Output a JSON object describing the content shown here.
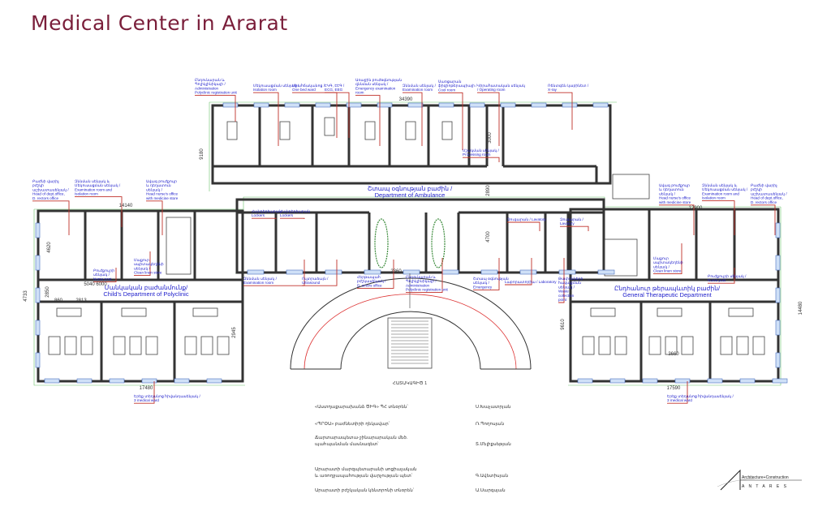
{
  "title": "Medical Center in Ararat",
  "departments": {
    "ambulance": [
      "Շտապ օգնության բաժին /",
      "Department of Ambulance"
    ],
    "child": [
      "Մանկական բաժանմունք/",
      "Child's Department of Polyclinic"
    ],
    "therapeutic": [
      "Ընդհանուր թերապևտիկ բաժին/",
      "General Therapeutic Department"
    ]
  },
  "room_labels": [
    [
      "Ընդունարան և",
      "Պոլիկլինիկայի /",
      "Administration",
      "Polyclinic registration unit"
    ],
    [
      "Մեկուսացման սենյակ /",
      "Isolation room"
    ],
    [
      "Միահճականոց /",
      "One bed ward"
    ],
    [
      "ԷԿԳ, ԷԷԳ /",
      "ECG, EEG"
    ],
    [
      "Առաջին բուժօգնության",
      "զննման սենյակ /",
      "Emergency examination",
      "room"
    ],
    [
      "Զննման սենյակ /",
      "Examination room"
    ],
    [
      "Սառցարան",
      "ֆիզիոթերապիայի /",
      "Cool room"
    ],
    [
      "Վիրահատական սենյակ",
      "/ Operating room"
    ],
    [
      "Ռենտգեն կաբինետ /",
      "X-ray"
    ],
    [
      "Մշակման սենյակ /",
      "Processing room"
    ],
    [
      "Բաժնի վարիչ",
      "բժշկի",
      "աշխատասենյակ /",
      "Head of dept.office,",
      "D. rectors office"
    ],
    [
      "Զննման սենյակ և",
      "Մեկուսացման սենյակ /",
      "Examination room and",
      "Isolation room"
    ],
    [
      "Ավագ բուժքույր",
      "և դեղատուն",
      "սենյակ /",
      "Head nurse's office",
      "with medicine store"
    ],
    [
      "Ավագ բուժքույր",
      "և դեղատուն",
      "սենյակ /",
      "Head nurse's office",
      "with medicine store"
    ],
    [
      "Զննման սենյակ և",
      "Մեկուսացման սենյակ /",
      "Examination room and",
      "Isolation room"
    ],
    [
      "Բաժնի վարիչ",
      "բժշկի",
      "աշխատասենյակ /",
      "Head of dept.office,",
      "D. rectors office"
    ],
    [
      "Զննման սենյակ /",
      "Examination room"
    ],
    [
      "Ուլտրաձայն /",
      "Ultrasound"
    ],
    [
      "Հերթապահ",
      "բժշկասենյակ /",
      "D. octors office"
    ],
    [
      "Ընդունարան և",
      "Պոլիկլինիկայի /",
      "Administration",
      "Polyclinic registration unit"
    ],
    [
      "Շտապ օգնության",
      "սենյակ /",
      "Emergency"
    ],
    [
      "Լաբորատորիա / Laboratory"
    ],
    [
      "Թափոնների",
      "հավաքման",
      "սենյակ /",
      "Waste",
      "collection",
      "point"
    ],
    [
      "Բուժքույրի",
      "սենյակ /",
      "Nurse post"
    ],
    [
      "Մաքուր",
      "սպիտակեղենի",
      "սենյակ /",
      "Clean linen store"
    ],
    [
      "Մաքուր",
      "սպիտակեղենի",
      "սենյակ /",
      "Clean linen store"
    ],
    [
      "Բուժքույրի սենյակ /",
      "Nurse post"
    ],
    [
      "Զուգարան / Lavatory"
    ],
    [
      "Զուգարան /",
      "Lavatory"
    ],
    [
      "Հանդերձարան",
      "Lockers"
    ],
    [
      "Հանդերձարան",
      "Lockers"
    ],
    [
      "Երեք տեղանոց հիվանդասենյակ /",
      "3 medical ward"
    ],
    [
      "Երեք տեղանոց հիվանդասենյակ /",
      "3 medical ward"
    ]
  ],
  "dimensions": [
    "34390",
    "14140",
    "17480",
    "17590",
    "12900",
    "9180",
    "4620",
    "2813",
    "860",
    "2890",
    "4700",
    "3000",
    "3660",
    "9610",
    "14480",
    "4733",
    "2850",
    "5040",
    "2360",
    "2945",
    "6000"
  ],
  "plan_caption": "ՀԱՏԱԿԱԳԻԾ 1",
  "approvals": [
    {
      "org": [
        "«Աստղաքարախանձ ԾԻԳ» ՊՀ տնօրեն՝"
      ],
      "name": "Ս.Խաչատրյան"
    },
    {
      "org": [
        "«ՊՐՕԱ» բաժնետիրի ղեկավար՝"
      ],
      "name": "Ռ.Պողոսյան"
    },
    {
      "org": [
        "Ճարտարապետա-շինարարական մեծ.",
        "պահպանման մասնագետ՝"
      ],
      "name": "Տ.Մելիքսեթյան"
    },
    {
      "org": [
        "Արարատի մարզպետարանի սոցիալական",
        "և առողջապահության վարչության պետ՝"
      ],
      "name": "Գ.Ավետիսյան"
    },
    {
      "org": [
        "Արարատի բժշկական կենտրոնի տնօրեն՝"
      ],
      "name": "Ա.Սարգսյան"
    }
  ],
  "logo": {
    "tagline": "Architecture+Construction",
    "name": "A N T A R E S"
  },
  "colors": {
    "title": "#7a1e3a",
    "labels": "#2222cc",
    "leaders": "#c0302a",
    "dim_lines": "#6cc36c",
    "walls": "#333333",
    "windows": "#cfe0f7"
  }
}
